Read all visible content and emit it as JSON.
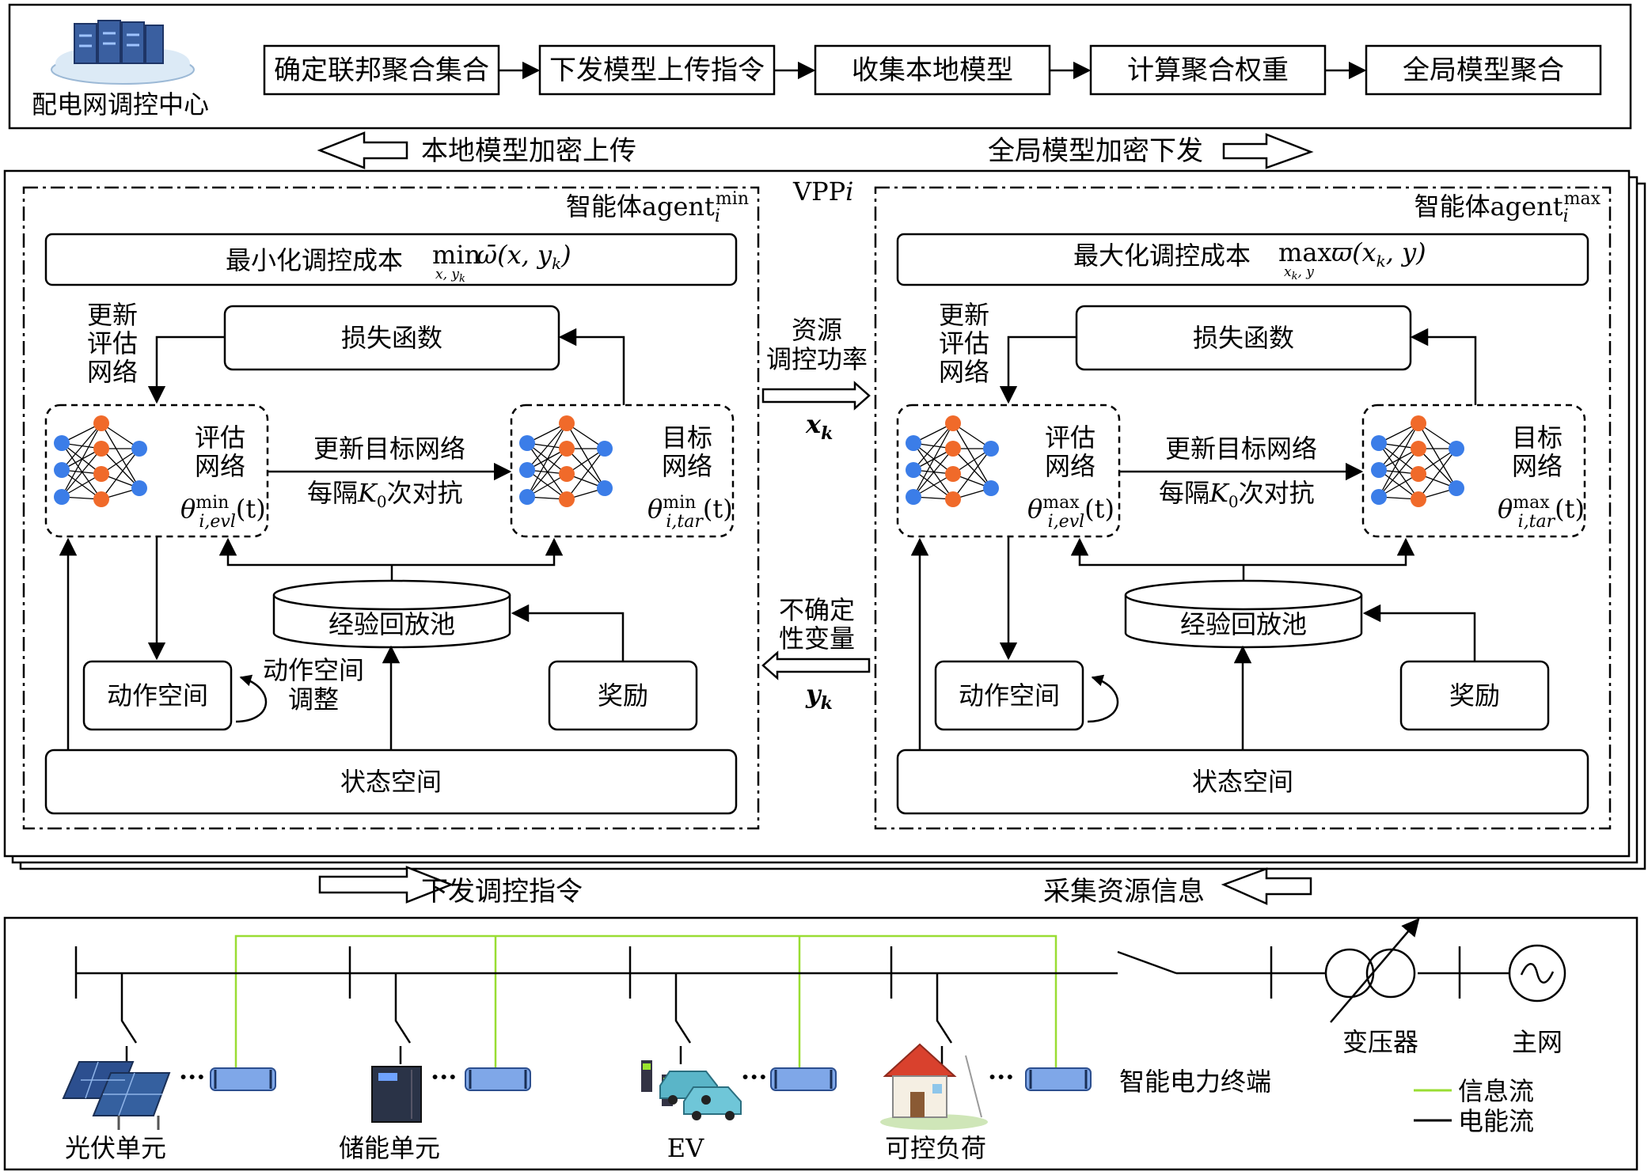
{
  "control_center": {
    "label": "配电网调控中心",
    "steps": [
      "确定联邦聚合集合",
      "下发模型上传指令",
      "收集本地模型",
      "计算聚合权重",
      "全局模型聚合"
    ]
  },
  "upload_label": "本地模型加密上传",
  "download_label": "全局模型加密下发",
  "vpp": {
    "title": "VPP",
    "title_suffix": "i",
    "power_label": [
      "资源",
      "调控功率"
    ],
    "power_var": "x",
    "power_var_sub": "k",
    "uncert_label": [
      "不确定",
      "性变量"
    ],
    "uncert_var": "y",
    "uncert_var_sub": "k"
  },
  "agents": [
    {
      "title": "智能体agent",
      "title_sub": "i",
      "title_sup": "min",
      "objective_text": "最小化调控成本",
      "objective_op": "min",
      "objective_op_sub": "x, y",
      "objective_op_sub2": "k",
      "objective_func": "ω̄(x, y",
      "objective_func_sub": "k",
      "objective_tail": ")",
      "loss": "损失函数",
      "update_eval": [
        "更新",
        "评估",
        "网络"
      ],
      "eval_net": [
        "评估",
        "网络"
      ],
      "eval_param": "θ",
      "eval_param_sup": "min",
      "eval_param_sub": "i,evl",
      "eval_param_arg": "(t)",
      "target_net": [
        "目标",
        "网络"
      ],
      "target_param": "θ",
      "target_param_sup": "min",
      "target_param_sub": "i,tar",
      "target_param_arg": "(t)",
      "update_target": "更新目标网络",
      "every": "每隔",
      "every_k": "K",
      "every_k_sub": "0",
      "every_tail": "次对抗",
      "replay": "经验回放池",
      "action": "动作空间",
      "action_adjust": [
        "动作空间",
        "调整"
      ],
      "reward": "奖励",
      "state": "状态空间"
    },
    {
      "title": "智能体agent",
      "title_sub": "i",
      "title_sup": "max",
      "objective_text": "最大化调控成本",
      "objective_op": "max",
      "objective_op_sub": "x",
      "objective_op_sub2": "k",
      "objective_op_sub3": ", y",
      "objective_func": "ϖ(x",
      "objective_func_sub": "k",
      "objective_tail": ", y)",
      "loss": "损失函数",
      "update_eval": [
        "更新",
        "评估",
        "网络"
      ],
      "eval_net": [
        "评估",
        "网络"
      ],
      "eval_param": "θ",
      "eval_param_sup": "max",
      "eval_param_sub": "i,evl",
      "eval_param_arg": "(t)",
      "target_net": [
        "目标",
        "网络"
      ],
      "target_param": "θ",
      "target_param_sup": "max",
      "target_param_sub": "i,tar",
      "target_param_arg": "(t)",
      "update_target": "更新目标网络",
      "every": "每隔",
      "every_k": "K",
      "every_k_sub": "0",
      "every_tail": "次对抗",
      "replay": "经验回放池",
      "action": "动作空间",
      "reward": "奖励",
      "state": "状态空间"
    }
  ],
  "dispatch_label": "下发调控指令",
  "collect_label": "采集资源信息",
  "grid": {
    "units": [
      "光伏单元",
      "储能单元",
      "EV",
      "可控负荷"
    ],
    "ellipsis": "···",
    "terminal_label": "智能电力终端",
    "transformer_label": "变压器",
    "main_grid_label": "主网",
    "legend": [
      {
        "label": "信息流",
        "color": "#99dd33"
      },
      {
        "label": "电能流",
        "color": "#000000"
      }
    ]
  },
  "colors": {
    "neuron_blue": "#3b7de8",
    "neuron_orange": "#f06a2a",
    "info_flow": "#99dd33",
    "server_blue": "#3a5fa0"
  }
}
